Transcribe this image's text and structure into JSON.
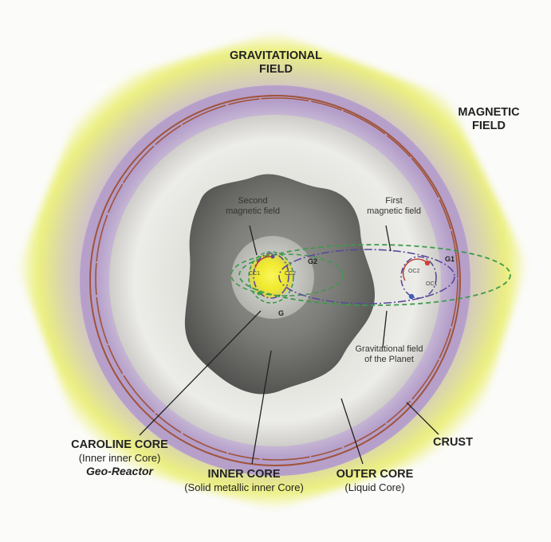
{
  "labels": {
    "gravitational_field": [
      "GRAVITATIONAL",
      "FIELD"
    ],
    "magnetic_field": [
      "MAGNETIC",
      "FIELD"
    ],
    "second_magnetic_field": [
      "Second",
      "magnetic field"
    ],
    "first_magnetic_field": [
      "First",
      "magnetic field"
    ],
    "gravitational_field_planet": [
      "Gravitational field",
      "of the Planet"
    ],
    "caroline_core": {
      "title": "CAROLINE CORE",
      "sub": "(Inner inner Core)",
      "extra": "Geo-Reactor"
    },
    "inner_core": {
      "title": "INNER CORE",
      "sub": "(Solid metallic inner Core)"
    },
    "outer_core": {
      "title": "OUTER CORE",
      "sub": "(Liquid Core)"
    },
    "crust": "CRUST",
    "markers": {
      "cc1": "CC1",
      "cc2": "CC2",
      "g2": "G2",
      "g": "G",
      "g1": "G1",
      "oc2": "OC2",
      "oc1": "OC1"
    }
  },
  "colors": {
    "yellow_halo": "#e9f07a",
    "purple_band": "#b9a3cd",
    "outer_core": "#dcdcd6",
    "inner_core": "#6c6c6a",
    "caroline_core": "#f3ee3a",
    "crust_line": "#a0533a",
    "green_dash": "#3f9a4c",
    "purple_dash": "#5a4a9a"
  }
}
